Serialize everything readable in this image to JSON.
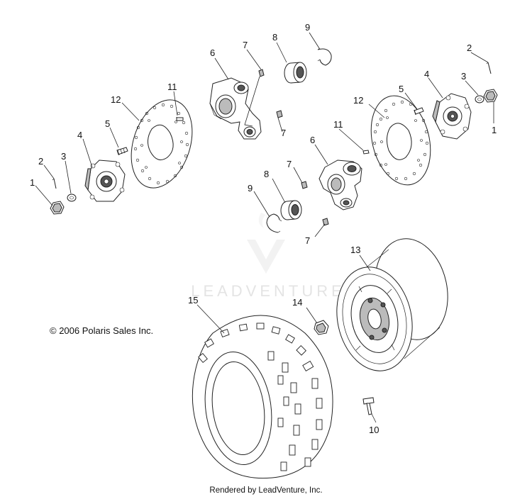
{
  "copyright": "© 2006 Polaris Sales Inc.",
  "footer": "Rendered by LeadVenture, Inc.",
  "watermark": "LEADVENTURE",
  "callouts": [
    {
      "id": "c1-left",
      "label": "1"
    },
    {
      "id": "c2-left",
      "label": "2"
    },
    {
      "id": "c3-left",
      "label": "3"
    },
    {
      "id": "c4-left",
      "label": "4"
    },
    {
      "id": "c5-left",
      "label": "5"
    },
    {
      "id": "c12-left",
      "label": "12"
    },
    {
      "id": "c11-left",
      "label": "11"
    },
    {
      "id": "c6-top",
      "label": "6"
    },
    {
      "id": "c7-top",
      "label": "7"
    },
    {
      "id": "c7-top-b",
      "label": "7"
    },
    {
      "id": "c8-top",
      "label": "8"
    },
    {
      "id": "c9-top",
      "label": "9"
    },
    {
      "id": "c2-right",
      "label": "2"
    },
    {
      "id": "c3-right",
      "label": "3"
    },
    {
      "id": "c4-right",
      "label": "4"
    },
    {
      "id": "c5-right",
      "label": "5"
    },
    {
      "id": "c1-right",
      "label": "1"
    },
    {
      "id": "c12-right",
      "label": "12"
    },
    {
      "id": "c11-right",
      "label": "11"
    },
    {
      "id": "c6-mid",
      "label": "6"
    },
    {
      "id": "c7-mid",
      "label": "7"
    },
    {
      "id": "c7-mid-b",
      "label": "7"
    },
    {
      "id": "c8-mid",
      "label": "8"
    },
    {
      "id": "c9-mid",
      "label": "9"
    },
    {
      "id": "c13",
      "label": "13"
    },
    {
      "id": "c14",
      "label": "14"
    },
    {
      "id": "c15",
      "label": "15"
    },
    {
      "id": "c10",
      "label": "10"
    }
  ]
}
